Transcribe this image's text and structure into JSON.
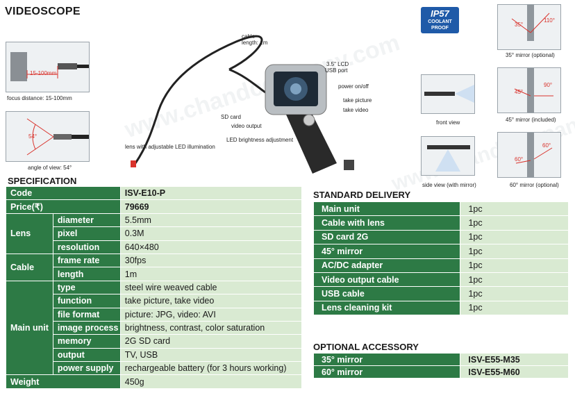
{
  "page_title": "VIDEOSCOPE",
  "watermark": "www.chandcompany.com",
  "left_images": {
    "focus_label": "15-100mm",
    "focus_caption": "focus distance: 15-100mm",
    "angle_label": "54°",
    "angle_caption": "angle of view: 54°"
  },
  "device_callouts": {
    "cable": "cable",
    "cable_length": "length: 1m",
    "lcd": "3.5\" LCD",
    "usb": "USB port",
    "power": "power on/off",
    "take_picture": "take picture",
    "take_video": "take video",
    "sd_card": "SD card",
    "video_output": "video output",
    "led_adjust": "LED brightness adjustment",
    "lens_led": "lens with adjustable LED illumination"
  },
  "badge": {
    "line1": "IP57",
    "line2": "COOLANT",
    "line3": "PROOF"
  },
  "right_images": {
    "mirror35_caption": "35° mirror (optional)",
    "mirror35_a": "35°",
    "mirror35_b": "110°",
    "mirror45_caption": "45° mirror (included)",
    "mirror45_a": "45°",
    "mirror45_b": "90°",
    "mirror60_caption": "60° mirror (optional)",
    "mirror60_a": "60°",
    "mirror60_b": "60°",
    "front_caption": "front  view",
    "side_caption": "side  view (with mirror)"
  },
  "specification": {
    "heading": "SPECIFICATION",
    "code_label": "Code",
    "code_value": "ISV-E10-P",
    "price_label": "Price(₹)",
    "price_value": "79669",
    "lens_label": "Lens",
    "lens_rows": [
      {
        "k": "diameter",
        "v": "5.5mm"
      },
      {
        "k": "pixel",
        "v": "0.3M"
      },
      {
        "k": "resolution",
        "v": "640×480"
      }
    ],
    "cable_label": "Cable",
    "cable_rows": [
      {
        "k": "frame rate",
        "v": "30fps"
      },
      {
        "k": "length",
        "v": "1m"
      }
    ],
    "main_label": "Main unit",
    "main_rows": [
      {
        "k": "type",
        "v": "steel wire weaved cable"
      },
      {
        "k": "function",
        "v": "take picture, take video"
      },
      {
        "k": "file format",
        "v": "picture: JPG, video: AVI"
      },
      {
        "k": "image process",
        "v": "brightness, contrast, color saturation"
      },
      {
        "k": "memory",
        "v": "2G SD card"
      },
      {
        "k": "output",
        "v": "TV, USB"
      },
      {
        "k": "power supply",
        "v": "rechargeable battery (for 3 hours working)"
      }
    ],
    "weight_label": "Weight",
    "weight_value": "450g"
  },
  "standard_delivery": {
    "heading": "STANDARD DELIVERY",
    "rows": [
      {
        "k": "Main unit",
        "v": "1pc"
      },
      {
        "k": "Cable with lens",
        "v": "1pc"
      },
      {
        "k": "SD card 2G",
        "v": "1pc"
      },
      {
        "k": "45° mirror",
        "v": "1pc"
      },
      {
        "k": "AC/DC adapter",
        "v": "1pc"
      },
      {
        "k": "Video output cable",
        "v": "1pc"
      },
      {
        "k": "USB cable",
        "v": "1pc"
      },
      {
        "k": "Lens cleaning kit",
        "v": "1pc"
      }
    ]
  },
  "optional_accessory": {
    "heading": "OPTIONAL ACCESSORY",
    "rows": [
      {
        "k": "35° mirror",
        "v": "ISV-E55-M35"
      },
      {
        "k": "60° mirror",
        "v": "ISV-E55-M60"
      }
    ]
  },
  "colors": {
    "header_green": "#2d7a45",
    "cell_green": "#d9ead2",
    "badge_blue": "#1f5aa8",
    "accent_red": "#d9332c"
  }
}
